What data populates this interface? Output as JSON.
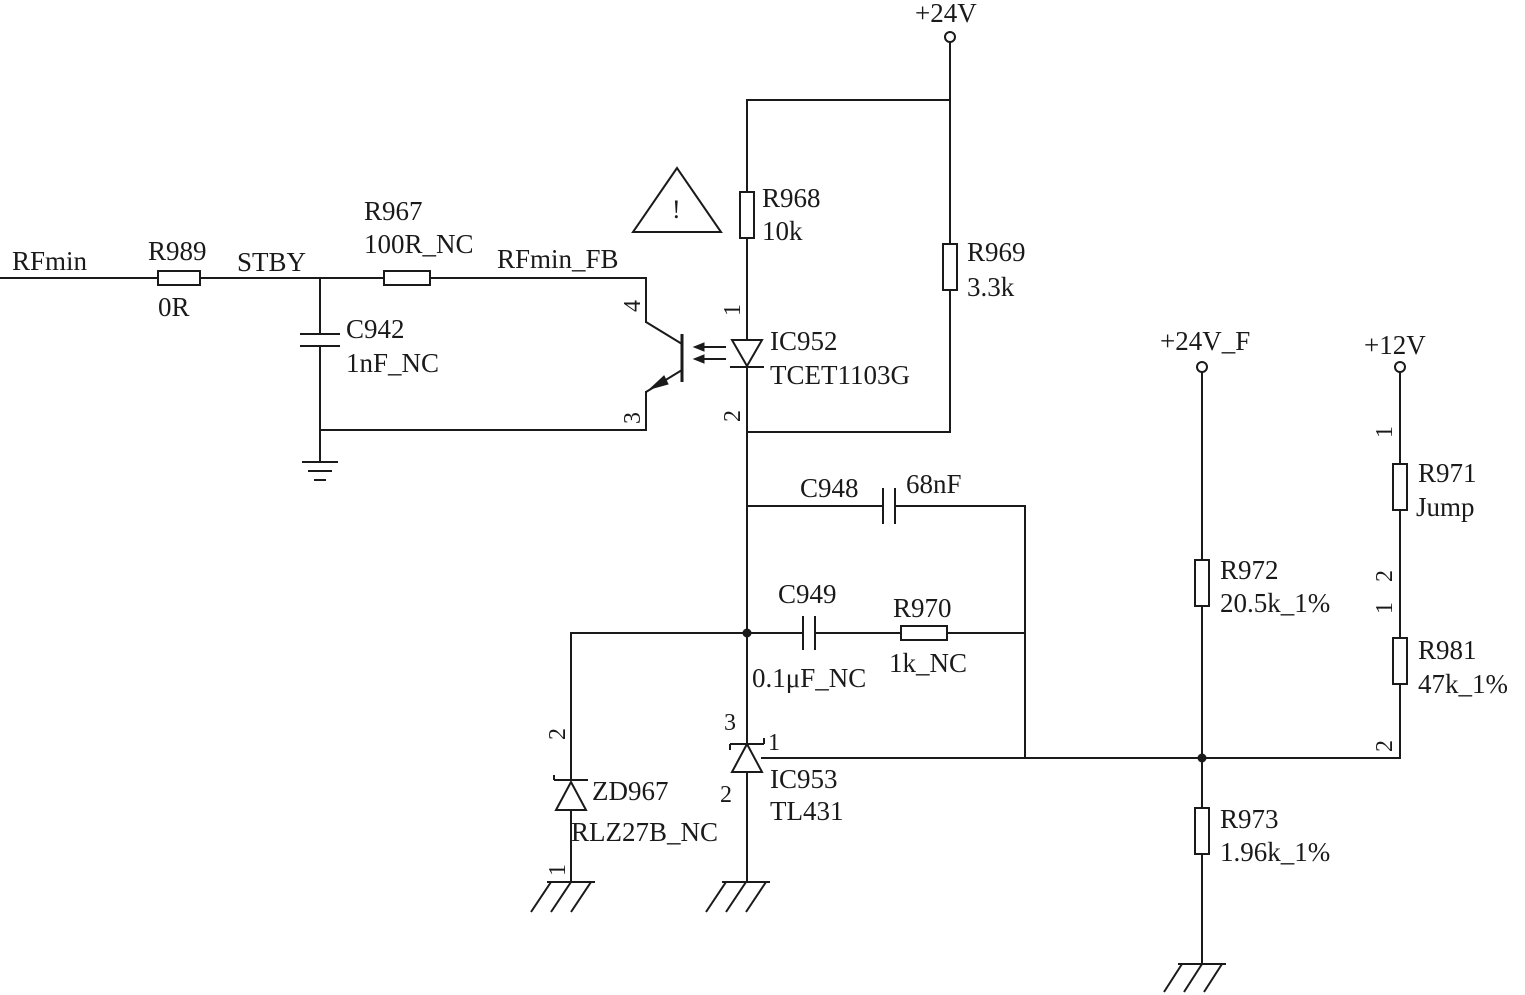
{
  "nets": {
    "v24": "+24V",
    "v24f": "+24V_F",
    "v12": "+12V",
    "rfmin": "RFmin",
    "stby": "STBY",
    "rfmin_fb": "RFmin_FB"
  },
  "components": {
    "r989": {
      "ref": "R989",
      "value": "0R"
    },
    "r967": {
      "ref": "R967",
      "value": "100R_NC"
    },
    "c942": {
      "ref": "C942",
      "value": "1nF_NC"
    },
    "r968": {
      "ref": "R968",
      "value": "10k"
    },
    "r969": {
      "ref": "R969",
      "value": "3.3k"
    },
    "ic952": {
      "ref": "IC952",
      "value": "TCET1103G"
    },
    "c948": {
      "ref": "C948",
      "value": "68nF"
    },
    "c949": {
      "ref": "C949",
      "value": "0.1μF_NC"
    },
    "r970": {
      "ref": "R970",
      "value": "1k_NC"
    },
    "zd967": {
      "ref": "ZD967",
      "value": "RLZ27B_NC"
    },
    "ic953": {
      "ref": "IC953",
      "value": "TL431"
    },
    "r972": {
      "ref": "R972",
      "value": "20.5k_1%"
    },
    "r973": {
      "ref": "R973",
      "value": "1.96k_1%"
    },
    "r971": {
      "ref": "R971",
      "value": "Jump"
    },
    "r981": {
      "ref": "R981",
      "value": "47k_1%"
    }
  },
  "pins": {
    "ic952_led_anode": "1",
    "ic952_led_cathode": "2",
    "ic952_collector": "4",
    "ic952_emitter": "3",
    "ic953_ref": "3",
    "ic953_anode": "2",
    "ic953_cathode": "1",
    "zd967_top": "2",
    "zd967_bottom": "1",
    "r971_top": "1",
    "r971_bottom": "2",
    "r981_top": "1",
    "r981_bottom": "2"
  },
  "warning": {
    "symbol": "!"
  }
}
